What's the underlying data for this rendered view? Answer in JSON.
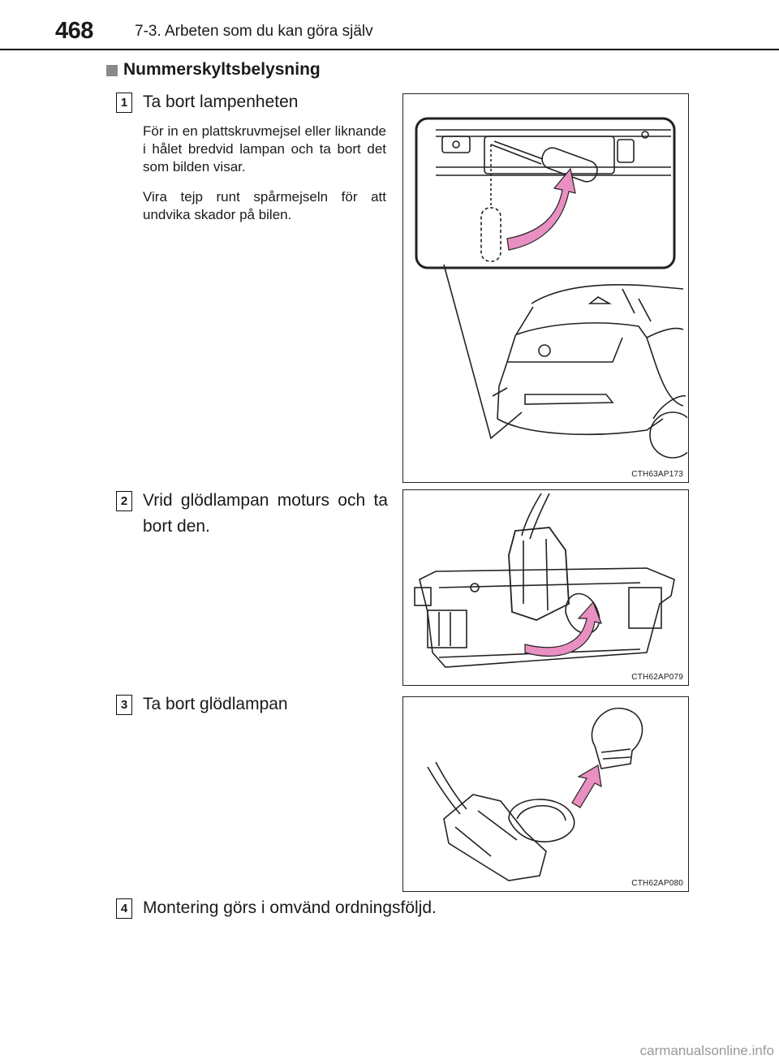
{
  "header": {
    "page_number": "468",
    "chapter": "7-3. Arbeten som du kan göra själv"
  },
  "section": {
    "title": "Nummerskyltsbelysning"
  },
  "steps": [
    {
      "number": "1",
      "title": "Ta bort lampenheten",
      "paragraphs": [
        "För in en plattskruvmejsel eller liknande i hålet bredvid lampan och ta bort det som bilden visar.",
        "Vira tejp runt spårmejseln för att undvika skador på bilen."
      ],
      "figure_code": "CTH63AP173"
    },
    {
      "number": "2",
      "title": "Vrid glödlampan moturs och ta bort den.",
      "figure_code": "CTH62AP079"
    },
    {
      "number": "3",
      "title": "Ta bort glödlampan",
      "figure_code": "CTH62AP080"
    },
    {
      "number": "4",
      "title": "Montering görs i omvänd ordningsföljd."
    }
  ],
  "colors": {
    "arrow_pink": "#e98fc1",
    "line": "#222222"
  },
  "watermark": "carmanualsonline.info"
}
